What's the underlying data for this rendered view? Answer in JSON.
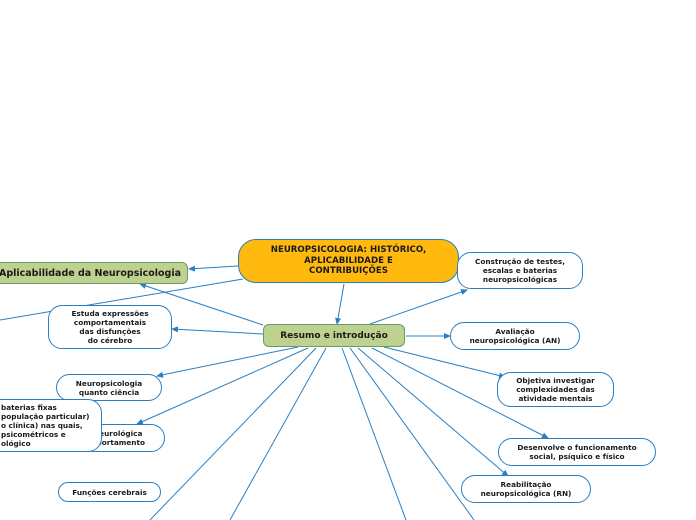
{
  "central": "NEUROPSICOLOGIA: HISTÓRICO,\nAPLICABILIDADE E\nCONTRIBUIÇÕES",
  "main_topics": {
    "aplicabilidade": "Aplicabilidade da Neuropsicologia",
    "resumo": "Resumo e introdução"
  },
  "subtopics": {
    "construcao": "Construção de testes,\nescalas e baterias\nneuropsicológicas",
    "estuda": "Estuda expressões\ncomportamentais\ndas disfunções\ndo cérebro",
    "avaliacao": "Avaliação\nneuropsicológica (AN)",
    "quanto_ciencia": "Neuropsicologia\nquanto ciência",
    "objetiva": "Objetiva investigar\ncomplexidades das\natividade mentais",
    "baterias": "baterias fixas\npopulação particular)\no clínica) nas quais,\n psicométricos e\nológico",
    "neurologica": "eurológica\nportamento",
    "desenvolve": "Desenvolve o funcionamento\nsocial, psíquico e físico",
    "reabilitacao": "Reabilitação\nneuropsicológica (RN)",
    "funcoes": "Funções cerebrais"
  },
  "colors": {
    "central_fill": "#ffb90f",
    "main_fill": "#bfd18e",
    "main_border": "#5e9f6a",
    "line": "#2a7fc2"
  }
}
